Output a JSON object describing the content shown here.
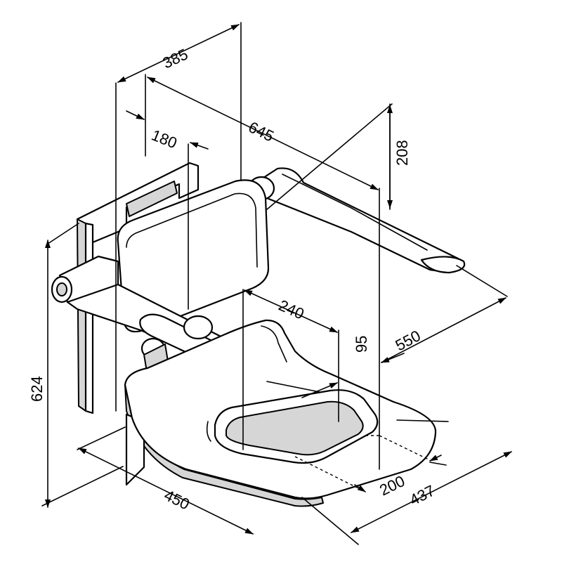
{
  "diagram": {
    "dimensions": {
      "d385": "385",
      "d645": "645",
      "d180": "180",
      "d208": "208",
      "d240": "240",
      "d95": "95",
      "d550": "550",
      "d624": "624",
      "d450": "450",
      "d200": "200",
      "d437": "437"
    }
  }
}
